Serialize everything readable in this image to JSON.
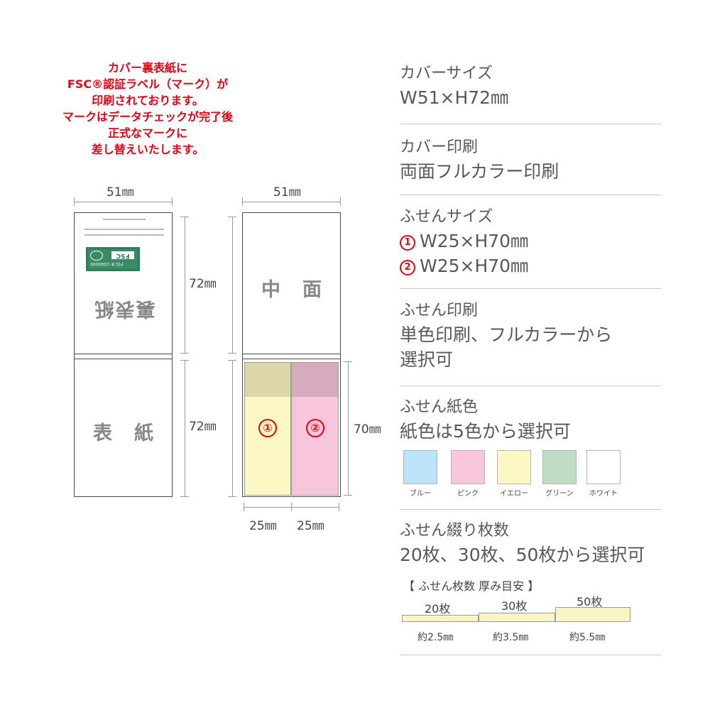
{
  "note": {
    "lines": [
      "カバー裏表紙に",
      "FSC®認証ラベル（マーク）が",
      "印刷されております。",
      "マークはデータチェックが完了後",
      "正式なマークに",
      "差し替えいたします。"
    ]
  },
  "diagram": {
    "left": {
      "width_label": "51㎜",
      "height_top": "72㎜",
      "height_bottom": "72㎜",
      "back_cover": "裏表紙",
      "front_cover": "表　紙",
      "fsc_badge": "FSC",
      "fsc_code": "FSC® C000000"
    },
    "right": {
      "width_label": "51㎜",
      "inner": "中　面",
      "sticky_height": "70㎜",
      "note1": "①",
      "note2": "②",
      "w1": "25㎜",
      "w2": "25㎜"
    }
  },
  "specs": [
    {
      "title": "カバーサイズ",
      "lines": [
        "W51×H72㎜"
      ]
    },
    {
      "title": "カバー印刷",
      "lines": [
        "両面フルカラー印刷"
      ]
    },
    {
      "title": "ふせんサイズ",
      "items": [
        {
          "num": "1",
          "text": "W25×H70㎜"
        },
        {
          "num": "2",
          "text": "W25×H70㎜"
        }
      ]
    },
    {
      "title": "ふせん印刷",
      "lines": [
        "単色印刷、フルカラーから",
        "選択可"
      ]
    },
    {
      "title": "ふせん紙色",
      "lines": [
        "紙色は5色から選択可"
      ]
    },
    {
      "title": "ふせん綴り枚数",
      "lines": [
        "20枚、30枚、50枚から選択可"
      ]
    }
  ],
  "colors": [
    {
      "name": "ブルー",
      "hex": "#bde3f8"
    },
    {
      "name": "ピンク",
      "hex": "#f7c6dc"
    },
    {
      "name": "イエロー",
      "hex": "#fcf8c4"
    },
    {
      "name": "グリーン",
      "hex": "#bedeC4"
    },
    {
      "name": "ホワイト",
      "hex": "#ffffff"
    }
  ],
  "thickness": {
    "title": "【 ふせん枚数 厚み目安 】",
    "items": [
      {
        "count": "20枚",
        "thick": "約2.5㎜",
        "mm": 2.5
      },
      {
        "count": "30枚",
        "thick": "約3.5㎜",
        "mm": 3.5
      },
      {
        "count": "50枚",
        "thick": "約5.5㎜",
        "mm": 5.5
      }
    ]
  }
}
